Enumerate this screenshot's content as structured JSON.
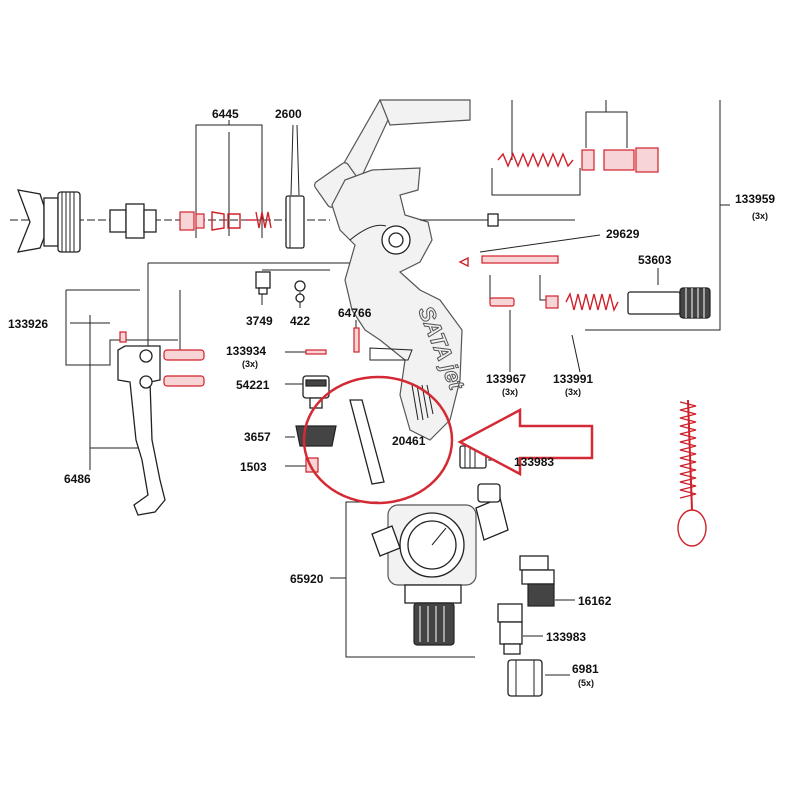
{
  "brand": "SATA jet",
  "highlight_color": "#d42a35",
  "replacement_part_color": "#d0202a",
  "parts": {
    "p6445": "6445",
    "p2600": "2600",
    "p133959": "133959",
    "p133959_qty": "(3x)",
    "p29629": "29629",
    "p53603": "53603",
    "p133926": "133926",
    "p3749": "3749",
    "p422": "422",
    "p64766": "64766",
    "p133934": "133934",
    "p133934_qty": "(3x)",
    "p133967": "133967",
    "p133967_qty": "(3x)",
    "p133991": "133991",
    "p133991_qty": "(3x)",
    "p54221": "54221",
    "p3657": "3657",
    "p20461": "20461",
    "p133983_a": "133983",
    "p1503": "1503",
    "p6486": "6486",
    "p65920": "65920",
    "p16162": "16162",
    "p133983_b": "133983",
    "p6981": "6981",
    "p6981_qty": "(5x)"
  }
}
